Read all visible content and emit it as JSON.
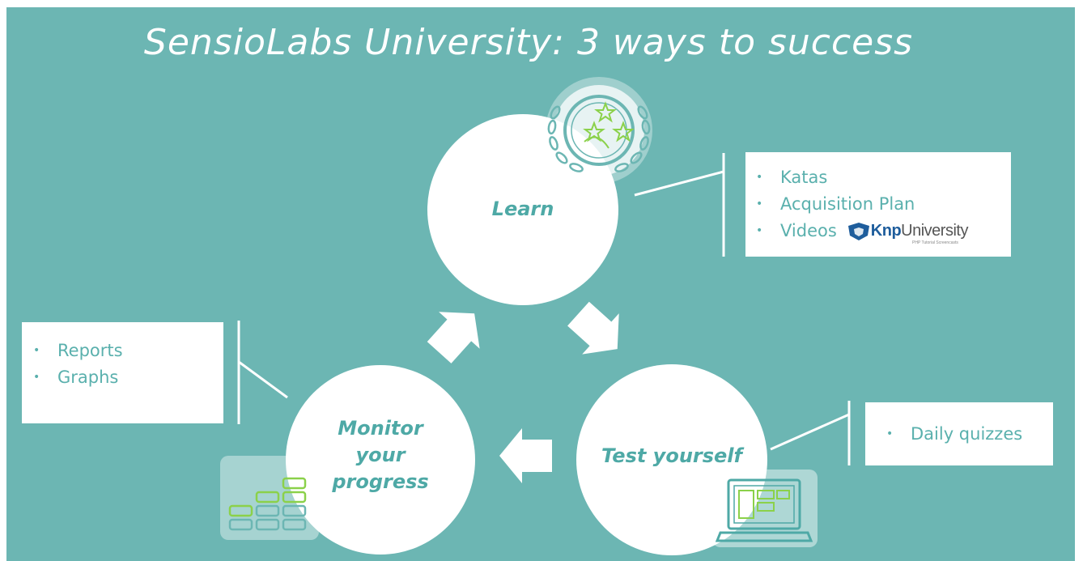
{
  "title": "SensioLabs University: 3 ways to success",
  "nodes": {
    "learn": {
      "label": "Learn"
    },
    "test": {
      "label": "Test yourself"
    },
    "monitor": {
      "lines": [
        "Monitor",
        "your",
        "progress"
      ]
    }
  },
  "boxes": {
    "learn": {
      "items": [
        "Katas",
        "Acquisition Plan",
        "Videos"
      ]
    },
    "test": {
      "items": [
        "Daily quizzes"
      ]
    },
    "monitor": {
      "items": [
        "Reports",
        "Graphs"
      ]
    }
  },
  "knp_logo": {
    "brand_bold": "Knp",
    "brand_rest": "University",
    "tagline": "PHP Tutorial Screencasts"
  },
  "bullet": "•",
  "icons": [
    "laurel-stars-icon",
    "bar-chart-icon",
    "laptop-icon",
    "knp-shield-icon"
  ],
  "colors": {
    "background": "#6cb6b3",
    "circle": "#ffffff",
    "text_accent": "#4ea9a6",
    "icon_green": "#8bd14a"
  }
}
